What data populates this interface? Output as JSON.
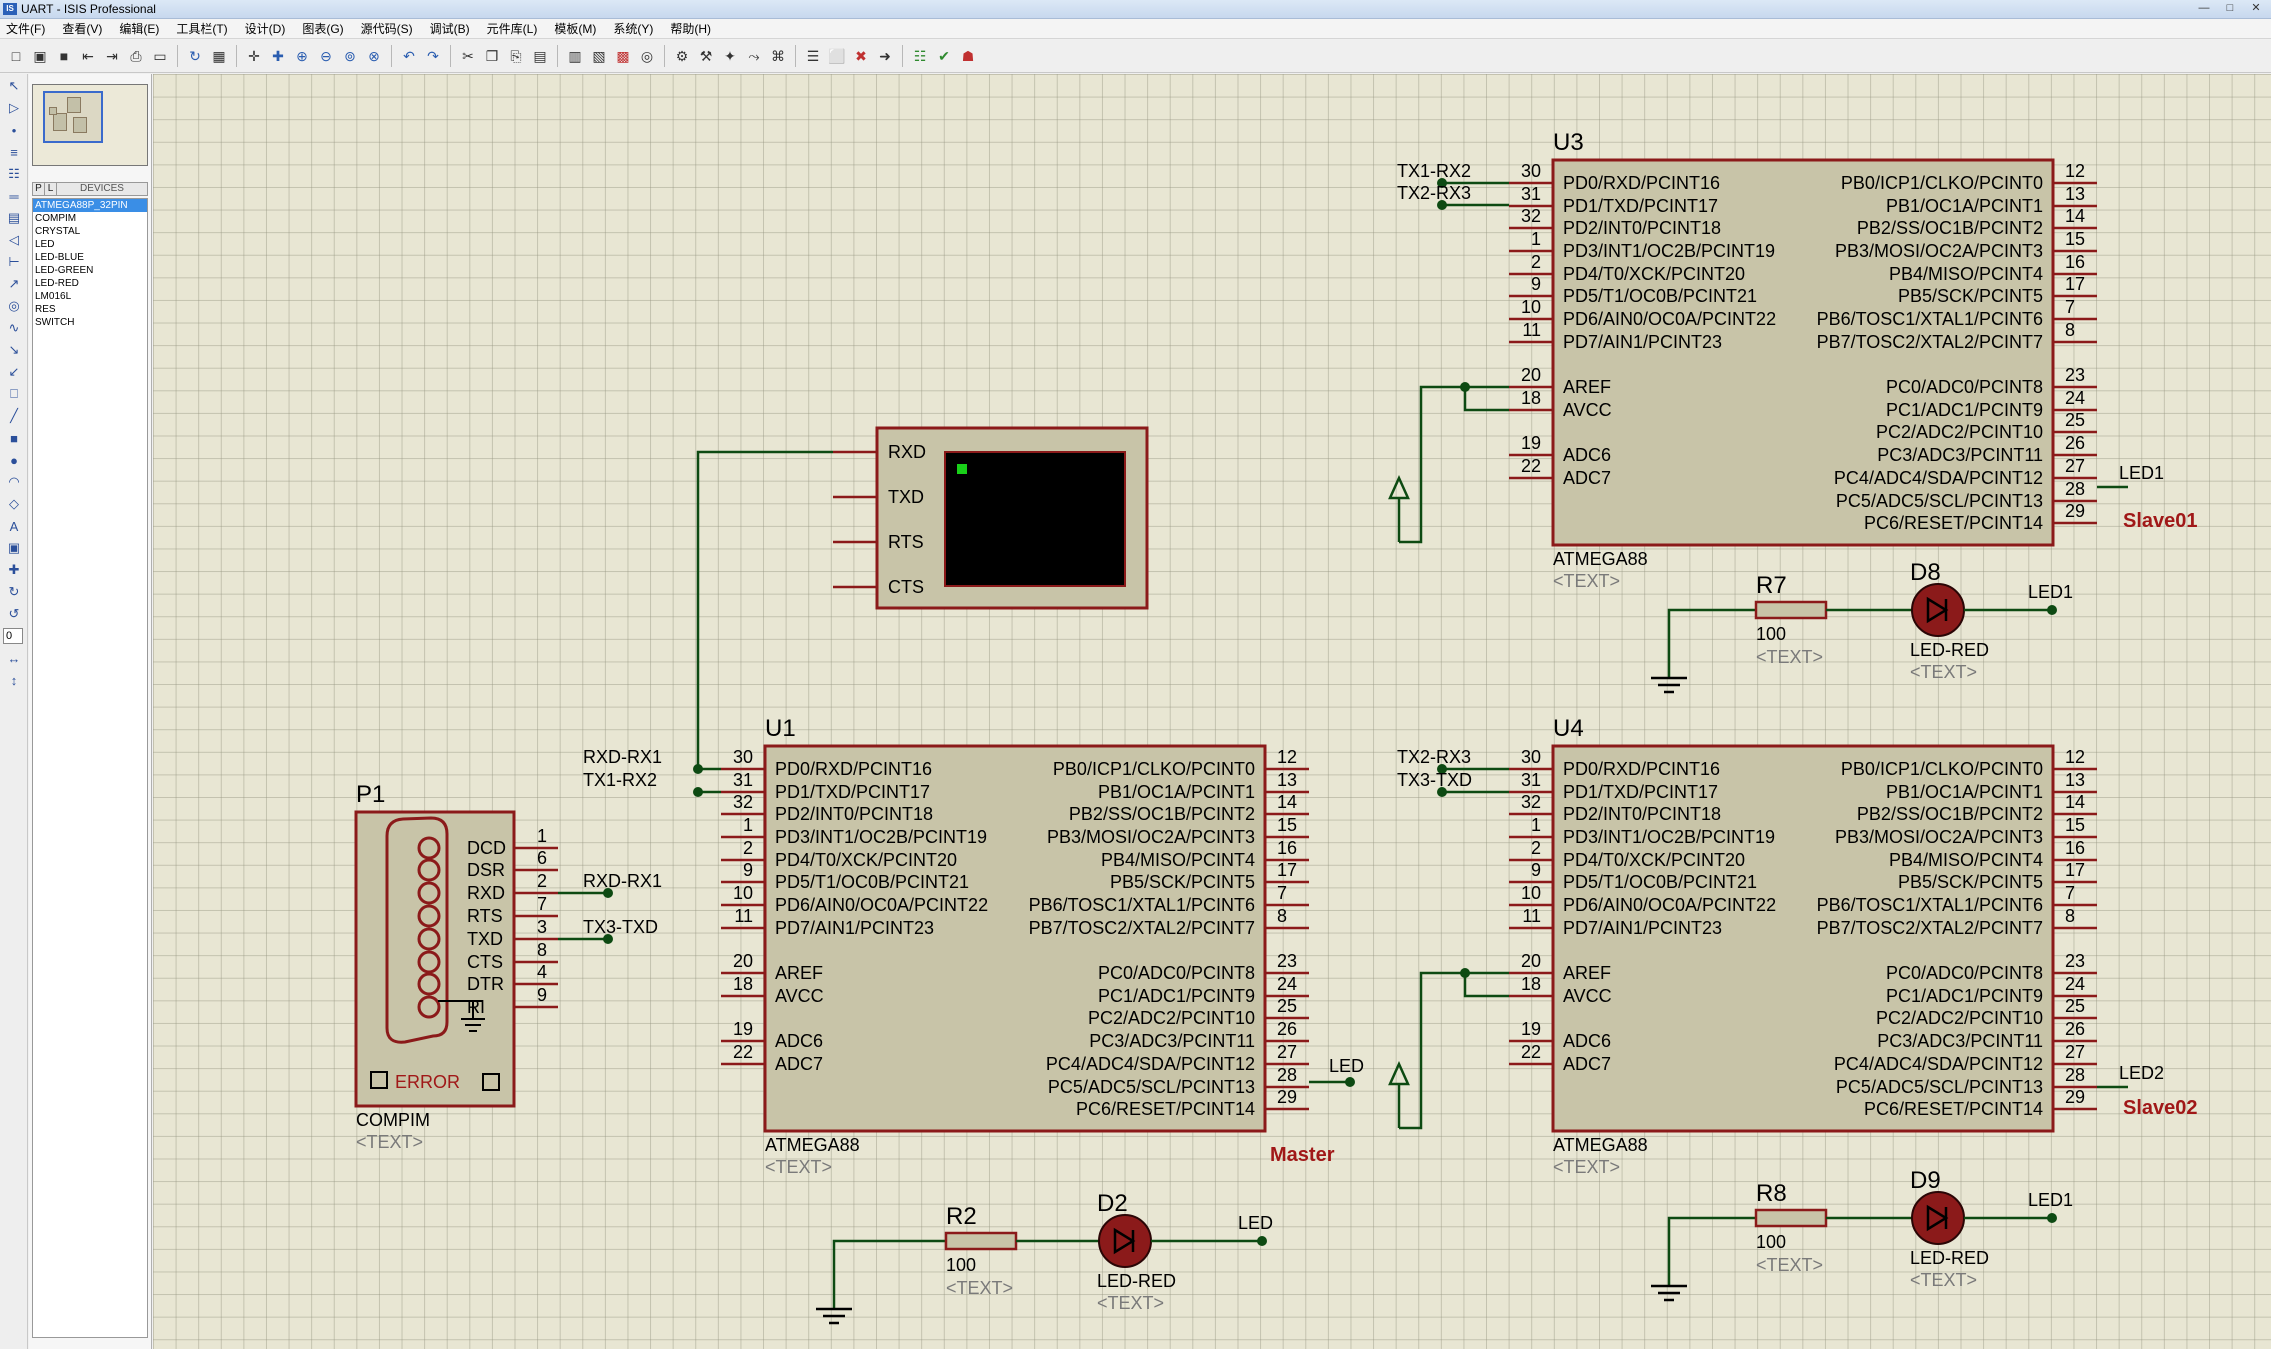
{
  "window": {
    "title": "UART - ISIS Professional",
    "icon": "isis-app-icon"
  },
  "menu": [
    "文件(F)",
    "查看(V)",
    "编辑(E)",
    "工具栏(T)",
    "设计(D)",
    "图表(G)",
    "源代码(S)",
    "调试(B)",
    "元件库(L)",
    "模板(M)",
    "系统(Y)",
    "帮助(H)"
  ],
  "toolbar_icons": [
    "new",
    "open",
    "save",
    "import",
    "export",
    "print",
    "area",
    "refresh",
    "grid",
    "origin",
    "pan",
    "zoom-in",
    "zoom-out",
    "zoom-all",
    "zoom-area",
    "undo",
    "redo",
    "cut",
    "copy",
    "paste",
    "block-copy",
    "block-move",
    "block-rotate",
    "block-delete",
    "pick",
    "make-device",
    "packaging",
    "decompose",
    "wire-autorouter",
    "search",
    "property-assign",
    "new-sheet",
    "remove-sheet",
    "goto-sheet",
    "bom",
    "erc",
    "netlist"
  ],
  "left_tools": [
    "selection",
    "component",
    "junction",
    "wire-label",
    "text-script",
    "bus",
    "subcircuit",
    "terminals",
    "device-pins",
    "graph",
    "tape",
    "generator",
    "voltage-probe",
    "current-probe",
    "virtual-instrument",
    "line",
    "box",
    "circle",
    "arc",
    "path",
    "text",
    "symbol",
    "marker",
    "rotate-cw",
    "rotate-ccw",
    "zoom-field",
    "flip-h",
    "flip-v"
  ],
  "zoom_value": "0",
  "device_panel": {
    "tabs": [
      "P",
      "L"
    ],
    "title": "DEVICES",
    "items": [
      "ATMEGA88P_32PIN",
      "COMPIM",
      "CRYSTAL",
      "LED",
      "LED-BLUE",
      "LED-GREEN",
      "LED-RED",
      "LM016L",
      "RES",
      "SWITCH"
    ],
    "selected_index": 0
  },
  "schematic": {
    "mcu_left_pins": [
      {
        "num": "30",
        "name": "PD0/RXD/PCINT16"
      },
      {
        "num": "31",
        "name": "PD1/TXD/PCINT17"
      },
      {
        "num": "32",
        "name": "PD2/INT0/PCINT18"
      },
      {
        "num": "1",
        "name": "PD3/INT1/OC2B/PCINT19"
      },
      {
        "num": "2",
        "name": "PD4/T0/XCK/PCINT20"
      },
      {
        "num": "9",
        "name": "PD5/T1/OC0B/PCINT21"
      },
      {
        "num": "10",
        "name": "PD6/AIN0/OC0A/PCINT22"
      },
      {
        "num": "11",
        "name": "PD7/AIN1/PCINT23"
      },
      {
        "num": "20",
        "name": "AREF"
      },
      {
        "num": "18",
        "name": "AVCC"
      },
      {
        "num": "19",
        "name": "ADC6"
      },
      {
        "num": "22",
        "name": "ADC7"
      }
    ],
    "mcu_right_pins": [
      {
        "num": "12",
        "name": "PB0/ICP1/CLKO/PCINT0"
      },
      {
        "num": "13",
        "name": "PB1/OC1A/PCINT1"
      },
      {
        "num": "14",
        "name": "PB2/SS/OC1B/PCINT2"
      },
      {
        "num": "15",
        "name": "PB3/MOSI/OC2A/PCINT3"
      },
      {
        "num": "16",
        "name": "PB4/MISO/PCINT4"
      },
      {
        "num": "17",
        "name": "PB5/SCK/PCINT5"
      },
      {
        "num": "7",
        "name": "PB6/TOSC1/XTAL1/PCINT6"
      },
      {
        "num": "8",
        "name": "PB7/TOSC2/XTAL2/PCINT7"
      },
      {
        "num": "23",
        "name": "PC0/ADC0/PCINT8"
      },
      {
        "num": "24",
        "name": "PC1/ADC1/PCINT9"
      },
      {
        "num": "25",
        "name": "PC2/ADC2/PCINT10"
      },
      {
        "num": "26",
        "name": "PC3/ADC3/PCINT11"
      },
      {
        "num": "27",
        "name": "PC4/ADC4/SDA/PCINT12"
      },
      {
        "num": "28",
        "name": "PC5/ADC5/SCL/PCINT13"
      },
      {
        "num": "29",
        "name": "PC6/RESET/PCINT14"
      }
    ],
    "mcus": [
      {
        "ref": "U1",
        "part": "ATMEGA88",
        "text": "<TEXT>",
        "label": "Master",
        "rx_net": "RXD-RX1",
        "tx_net": "TX1-RX2",
        "out_net": "LED"
      },
      {
        "ref": "U3",
        "part": "ATMEGA88",
        "text": "<TEXT>",
        "label": "Slave01",
        "rx_net": "TX1-RX2",
        "tx_net": "TX2-RX3",
        "out_net": "LED1"
      },
      {
        "ref": "U4",
        "part": "ATMEGA88",
        "text": "<TEXT>",
        "label": "Slave02",
        "rx_net": "TX2-RX3",
        "tx_net": "TX3-TXD",
        "out_net": "LED2"
      }
    ],
    "terminal": {
      "pins": [
        "RXD",
        "TXD",
        "RTS",
        "CTS"
      ]
    },
    "compim": {
      "ref": "P1",
      "part": "COMPIM",
      "text": "<TEXT>",
      "status": "ERROR",
      "pins": [
        {
          "name": "DCD",
          "num": "1"
        },
        {
          "name": "DSR",
          "num": "6"
        },
        {
          "name": "RXD",
          "num": "2"
        },
        {
          "name": "RTS",
          "num": "7"
        },
        {
          "name": "TXD",
          "num": "3"
        },
        {
          "name": "CTS",
          "num": "8"
        },
        {
          "name": "DTR",
          "num": "4"
        },
        {
          "name": "RI",
          "num": "9"
        }
      ],
      "rx_net": "RXD-RX1",
      "tx_net": "TX3-TXD"
    },
    "led_circuits": [
      {
        "r_ref": "R2",
        "r_val": "100",
        "r_text": "<TEXT>",
        "d_ref": "D2",
        "d_part": "LED-RED",
        "d_text": "<TEXT>",
        "net": "LED"
      },
      {
        "r_ref": "R7",
        "r_val": "100",
        "r_text": "<TEXT>",
        "d_ref": "D8",
        "d_part": "LED-RED",
        "d_text": "<TEXT>",
        "net": "LED1"
      },
      {
        "r_ref": "R8",
        "r_val": "100",
        "r_text": "<TEXT>",
        "d_ref": "D9",
        "d_part": "LED-RED",
        "d_text": "<TEXT>",
        "net": "LED1"
      }
    ],
    "colors": {
      "wire": "#0d4a12",
      "component": "#8b1a1a",
      "body": "#c8c4a8",
      "label": "#000000",
      "text_placeholder": "#7a7a7a",
      "accent_label": "#a01818",
      "screen": "#000000",
      "led_on": "#19d019"
    }
  }
}
